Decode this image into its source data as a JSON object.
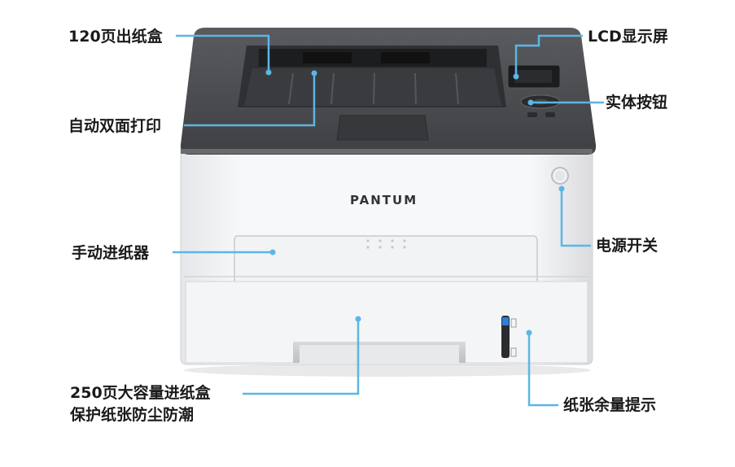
{
  "brand": {
    "logo_text": "PANTUM"
  },
  "callouts": {
    "output_tray": "120页出纸盒",
    "auto_duplex": "自动双面打印",
    "manual_feed": "手动进纸器",
    "input_tray_line1": "250页大容量进纸盒",
    "input_tray_line2": "保护纸张防尘防潮",
    "lcd_display": "LCD显示屏",
    "physical_buttons": "实体按钮",
    "power_switch": "电源开关",
    "paper_level": "纸张余量提示"
  },
  "colors": {
    "callout_line": "#5bb6e6",
    "callout_dot": "#5bb6e6",
    "printer_body": "#f4f5f7",
    "printer_top": "#4b4c4f",
    "text": "#1a1a1a"
  }
}
